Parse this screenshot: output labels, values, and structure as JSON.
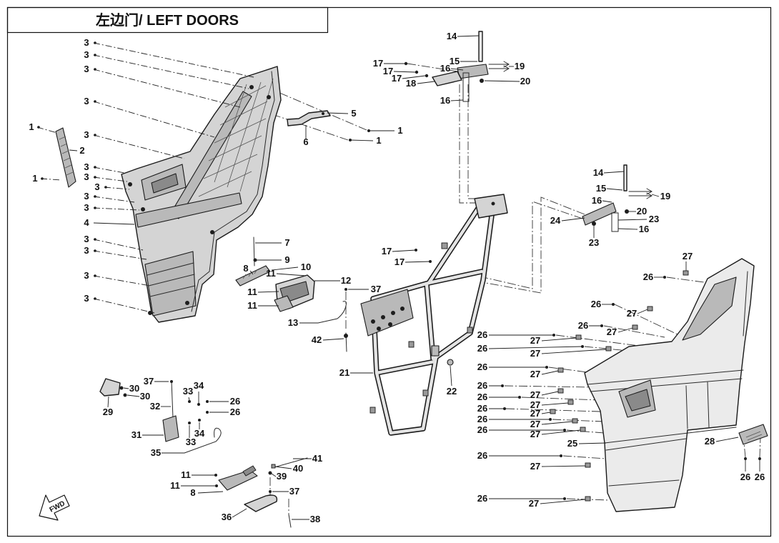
{
  "title": "左边门/ LEFT DOORS",
  "direction_label": "FWD",
  "callouts": {
    "left_door": [
      "3",
      "3",
      "3",
      "3",
      "1",
      "3",
      "2",
      "3",
      "3",
      "1",
      "3",
      "3",
      "3",
      "4",
      "3",
      "3",
      "3",
      "3"
    ],
    "strap_bracket": [
      "5",
      "1",
      "6",
      "1"
    ],
    "latch": [
      "7",
      "9",
      "8",
      "10",
      "11",
      "12",
      "11",
      "37",
      "11",
      "13",
      "42"
    ],
    "upper_hinge": [
      "14",
      "17",
      "15",
      "17",
      "16",
      "19",
      "17",
      "18",
      "20",
      "16"
    ],
    "frame": [
      "17",
      "17",
      "21",
      "22"
    ],
    "lower_hinge": [
      "14",
      "15",
      "19",
      "16",
      "20",
      "24",
      "23",
      "16",
      "23"
    ],
    "right_door": [
      "27",
      "26",
      "26",
      "27",
      "26",
      "27",
      "26",
      "27",
      "26",
      "27",
      "26",
      "27",
      "26",
      "26",
      "27",
      "26",
      "27",
      "26",
      "27",
      "26",
      "27",
      "27",
      "25",
      "28",
      "26",
      "27",
      "26",
      "26",
      "26",
      "27"
    ],
    "lower_assembly": [
      "37",
      "30",
      "30",
      "29",
      "33",
      "34",
      "26",
      "32",
      "26",
      "31",
      "33",
      "34",
      "35",
      "11",
      "39",
      "40",
      "41",
      "11",
      "8",
      "37",
      "36",
      "38"
    ]
  }
}
